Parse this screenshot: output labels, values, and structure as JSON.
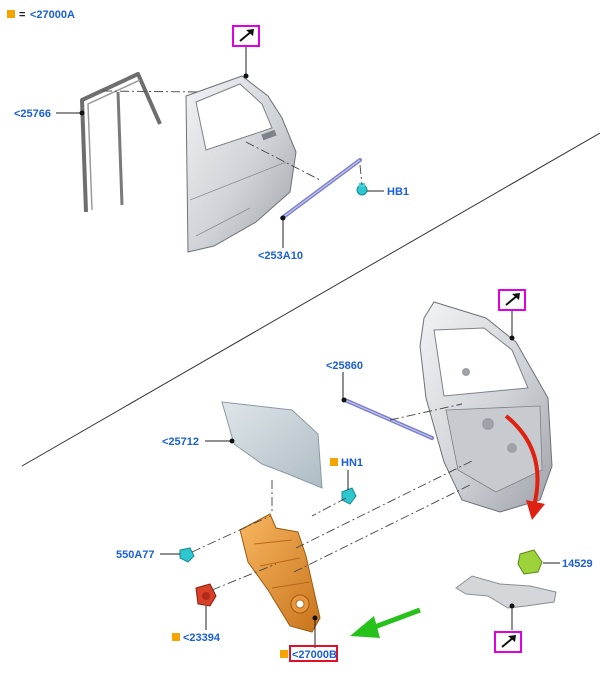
{
  "legend": {
    "marker_color": "#f5a400",
    "equals": "=",
    "text": "<27000A"
  },
  "labels": {
    "seal_upper": "<25766",
    "clip_upper": "HB1",
    "weatherstrip_upper": "<253A10",
    "glass_run": "<25860",
    "glass": "<25712",
    "clip_lower": "HN1",
    "fastener": "550A77",
    "motor": "<23394",
    "module": "<27000B",
    "bumper": "14529"
  },
  "colors": {
    "label": "#1a5fd6",
    "highlight": "#e0102a",
    "callout": "#e000e0",
    "marker": "#f5a400",
    "arrow_red": "#e02010",
    "arrow_green": "#27c11b",
    "panel": "#f5a332",
    "clip": "#2fc7cf"
  },
  "icons": {
    "callout": "diagonal-arrow-icon",
    "marker": "orange-square-icon"
  }
}
